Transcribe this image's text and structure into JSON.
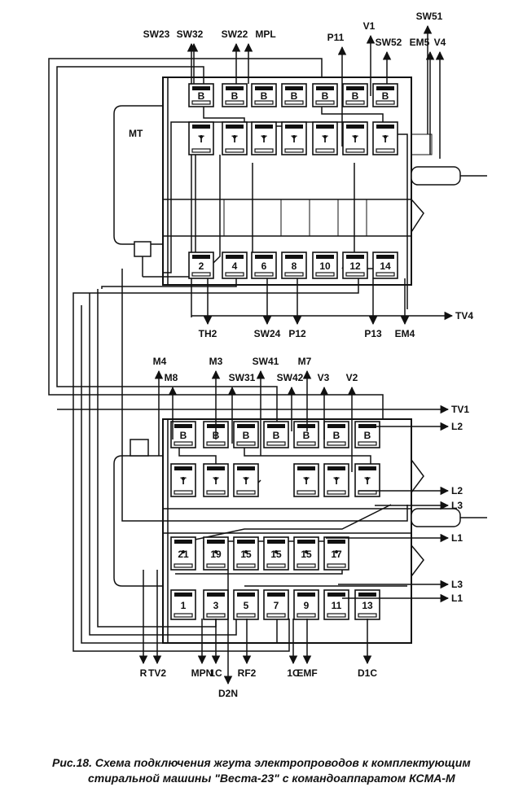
{
  "top_unit": {
    "top_labels": [
      "SW23",
      "SW32",
      "SW22",
      "MPL",
      "P11",
      "V1",
      "SW52",
      "EM5",
      "V4",
      "SW51"
    ],
    "side_label": "MT",
    "row_b": [
      "B",
      "B",
      "B",
      "B",
      "B",
      "B",
      "B"
    ],
    "row_t": [
      "T",
      "T",
      "T",
      "T",
      "T",
      "T",
      "T"
    ],
    "row_num": [
      "2",
      "4",
      "6",
      "8",
      "10",
      "12",
      "14"
    ],
    "bottom_labels": [
      "TH2",
      "SW24",
      "P12",
      "P13",
      "EM4"
    ],
    "right_labels": [
      "TV4"
    ]
  },
  "bottom_unit": {
    "top_labels": [
      "M4",
      "M8",
      "M3",
      "SW31",
      "SW41",
      "SW42",
      "M7",
      "V3",
      "V2"
    ],
    "row_b": [
      "B",
      "B",
      "B",
      "B",
      "B",
      "B",
      "B"
    ],
    "row_t": [
      "T",
      "T",
      "T",
      "T",
      "T",
      "T",
      "T"
    ],
    "row_odd_upper": [
      "21",
      "19",
      "15",
      "15",
      "15",
      "17"
    ],
    "row_odd_lower": [
      "1",
      "3",
      "5",
      "7",
      "9",
      "11",
      "13"
    ],
    "right_labels": [
      "TV1",
      "L2",
      "L2",
      "L3",
      "L1",
      "L3",
      "L1"
    ],
    "bottom_labels": [
      "R",
      "TV2",
      "MPN",
      "1C",
      "RF2",
      "D2N",
      "1C",
      "EMF",
      "D1C"
    ]
  },
  "caption": {
    "line1": "Рис.18. Схема подключения жгута электропроводов к комплектующим",
    "line2": "стиральной машины \"Веста-23\" с командоаппаратом КСМА-М"
  }
}
